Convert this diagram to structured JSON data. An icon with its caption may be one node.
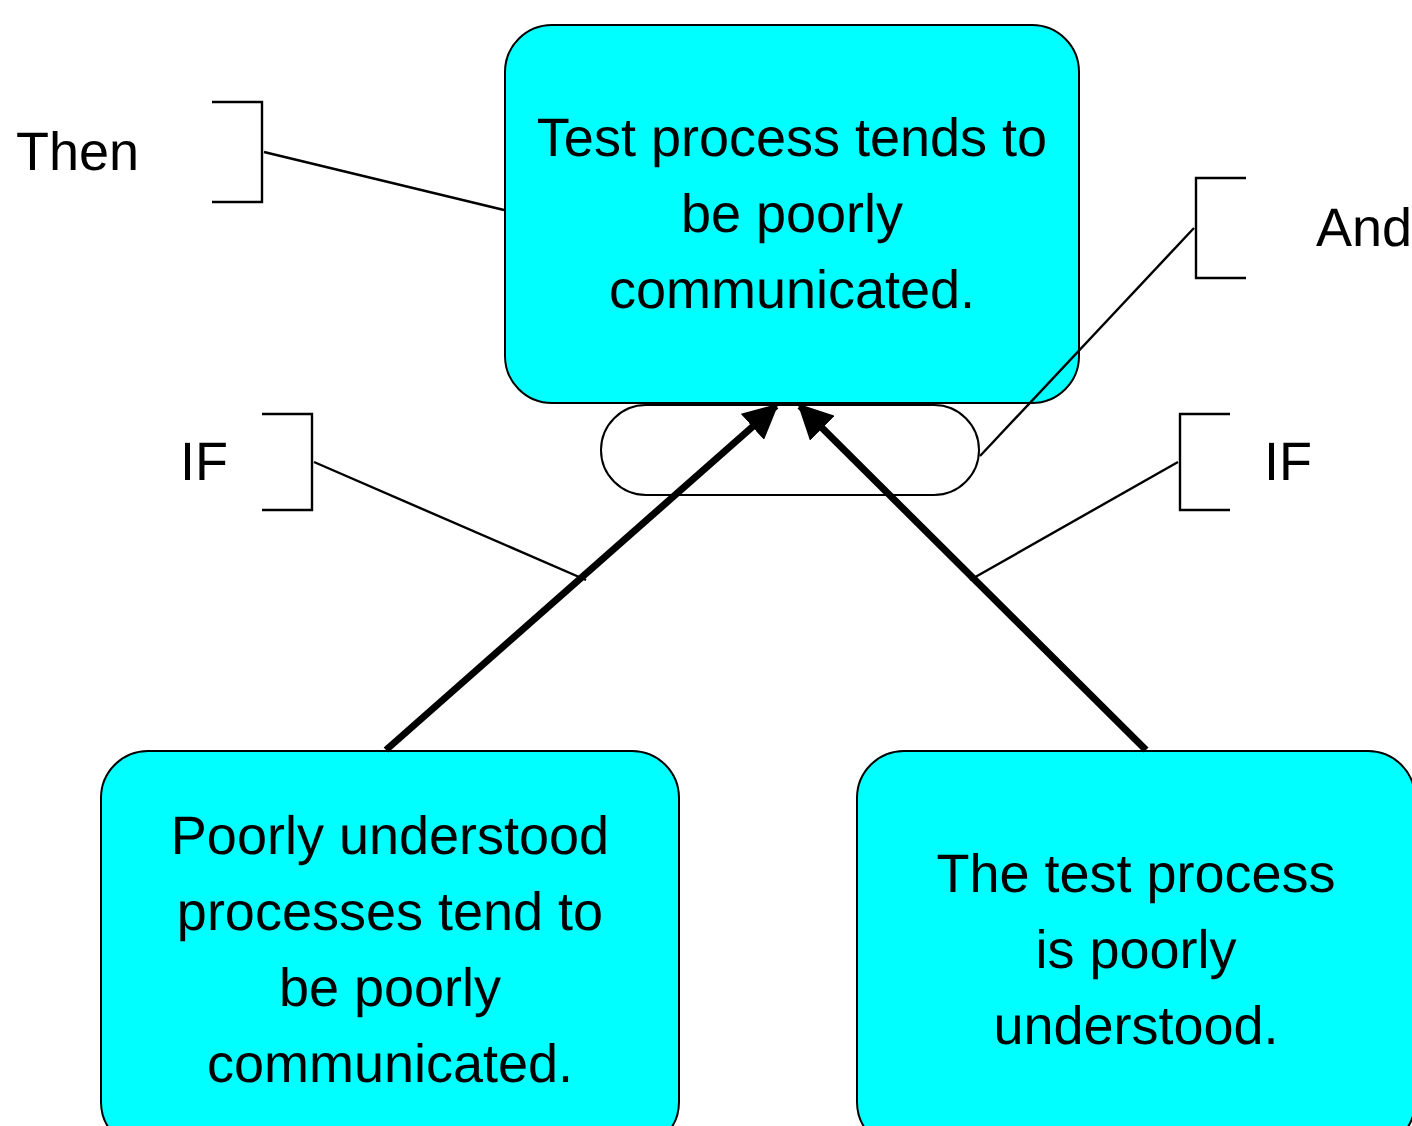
{
  "diagram": {
    "nodes": [
      {
        "text": [
          "Test process tends to be poorly communicated."
        ]
      },
      {
        "text": [],
        "shape": "box"
      },
      {
        "text": [
          "Poorly understood processes tend to be poorly communicated."
        ]
      },
      {
        "text": [
          "The test process is poorly understood."
        ]
      },
      {
        "text": [
          "Then"
        ]
      },
      {
        "text": [
          "And"
        ]
      },
      {
        "text": [
          "IF"
        ]
      },
      {
        "text": [
          "IF"
        ]
      }
    ],
    "edges": [
      {
        "from": 2,
        "to": 1,
        "arrow": "to",
        "style": "thick"
      },
      {
        "from": 3,
        "to": 1,
        "arrow": "to",
        "style": "thick"
      },
      {
        "from": 4,
        "to": 0,
        "arrow": "none"
      },
      {
        "from": 5,
        "to": 1,
        "arrow": "none"
      },
      {
        "from": 6,
        "to": null,
        "arrow": "none"
      },
      {
        "from": 7,
        "to": null,
        "arrow": "none"
      }
    ]
  }
}
